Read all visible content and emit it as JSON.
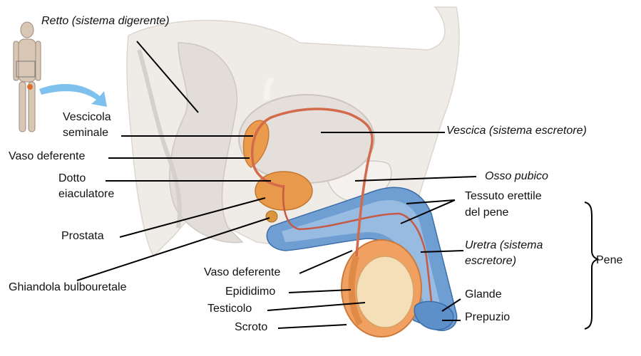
{
  "labels": {
    "retto": "Retto (sistema digerente)",
    "vescicola_1": "Vescicola",
    "vescicola_2": "seminale",
    "vaso_deferente_top": "Vaso deferente",
    "dotto_1": "Dotto",
    "dotto_2": "eiaculatore",
    "prostata": "Prostata",
    "ghiandola": "Ghiandola bulbouretale",
    "vaso_deferente_bottom": "Vaso deferente",
    "epididimo": "Epididimo",
    "testicolo": "Testicolo",
    "scroto": "Scroto",
    "vescica": "Vescica (sistema escretore)",
    "osso_pubico": "Osso pubico",
    "tessuto_1": "Tessuto erettile",
    "tessuto_2": "del pene",
    "uretra_1": "Uretra (sistema",
    "uretra_2": "escretore)",
    "glande": "Glande",
    "prepuzio": "Prepuzio",
    "pene": "Pene"
  },
  "colors": {
    "background": "#ffffff",
    "tissue": "#ece8e4",
    "tissue_dark": "#d9d4cf",
    "bladder": "#e4dfda",
    "gland": "#e89a4a",
    "gland_light": "#f3c07a",
    "erectile": "#5a8fc8",
    "erectile_light": "#a9c8e8",
    "duct": "#c8604a",
    "arrow": "#7ec0ee",
    "line": "#000000"
  }
}
